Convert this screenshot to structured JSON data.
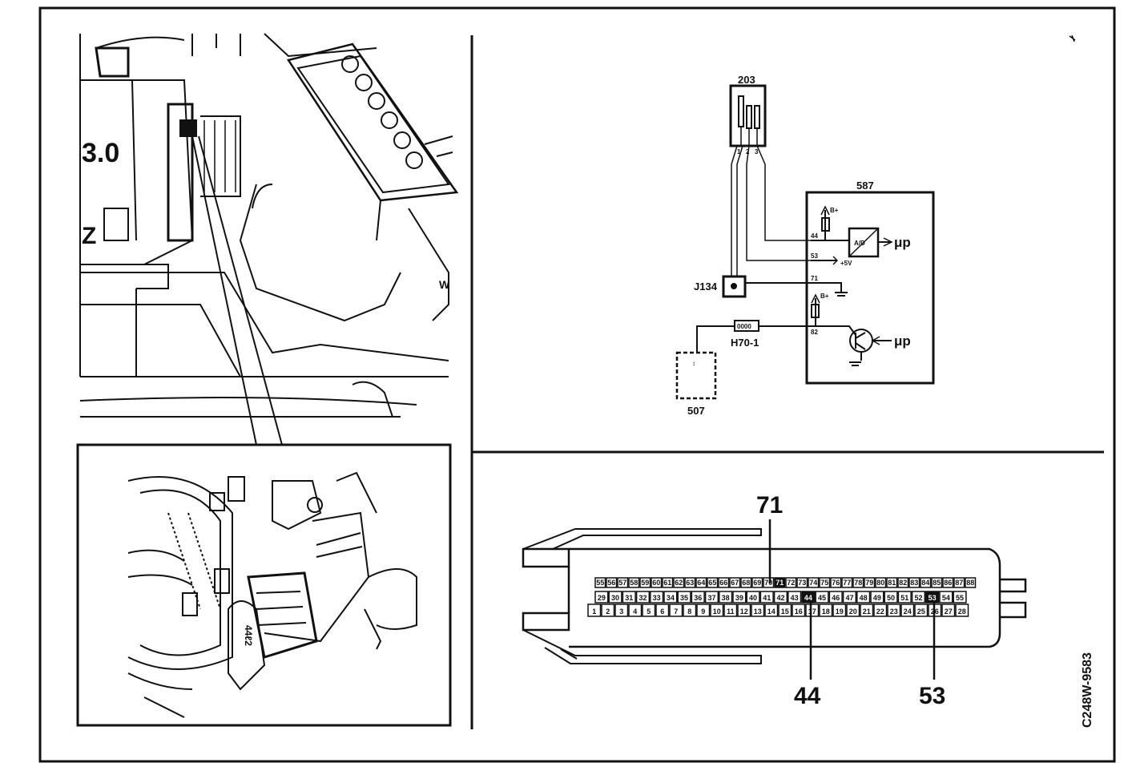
{
  "photo": {
    "engine_badge": "3.0",
    "badge_letter": "Z",
    "side_text": "W"
  },
  "detail": {
    "connector_marks": "44ℓ2"
  },
  "schematic": {
    "sensor_id": "203",
    "ecu_id": "587",
    "junction_id": "J134",
    "resistor_id": "H70-1",
    "module_id": "507",
    "module_inner": "↕",
    "mu_p_top": "μp",
    "mu_p_bottom": "μp",
    "supply_top": "B+",
    "supply_bottom": "B+",
    "ref_voltage": "+5V",
    "ecu_pins": [
      "44",
      "53",
      "71",
      "82"
    ],
    "sensor_pins": [
      "1",
      "2",
      "3"
    ],
    "adc_label": "A/D",
    "resistor_body": "0000"
  },
  "connector": {
    "callout_top": "71",
    "callout_bottom_left": "44",
    "callout_bottom_right": "53",
    "pin_row_top": [
      "55",
      "56",
      "57",
      "58",
      "59",
      "60",
      "61",
      "62",
      "63",
      "64",
      "65",
      "66",
      "67",
      "68",
      "69",
      "70",
      "71",
      "72",
      "73",
      "74",
      "75",
      "76",
      "77",
      "78",
      "79",
      "80",
      "81",
      "82",
      "83",
      "84",
      "85",
      "86",
      "87",
      "88"
    ],
    "pin_row_middle": [
      "29",
      "30",
      "31",
      "32",
      "33",
      "34",
      "35",
      "36",
      "37",
      "38",
      "39",
      "40",
      "41",
      "42",
      "43",
      "44",
      "45",
      "46",
      "47",
      "48",
      "49",
      "50",
      "51",
      "52",
      "53",
      "54",
      "55"
    ],
    "pin_row_bottom": [
      "1",
      "2",
      "3",
      "4",
      "5",
      "6",
      "7",
      "8",
      "9",
      "10",
      "11",
      "12",
      "13",
      "14",
      "15",
      "16",
      "17",
      "18",
      "19",
      "20",
      "21",
      "22",
      "23",
      "24",
      "25",
      "26",
      "27",
      "28"
    ],
    "highlighted_pins": [
      "71",
      "44",
      "53"
    ]
  },
  "figure_code": "C248W-9583"
}
